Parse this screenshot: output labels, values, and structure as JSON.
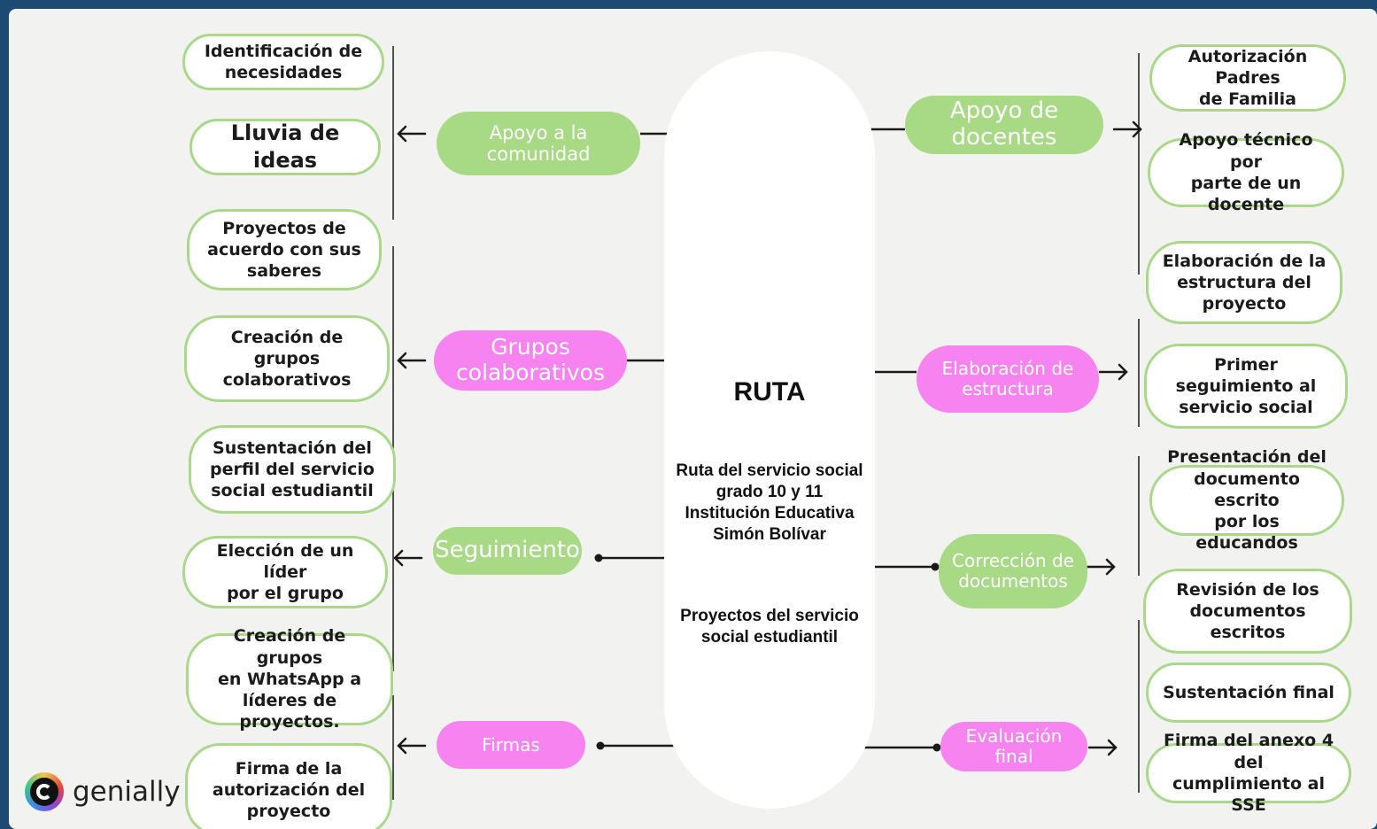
{
  "colors": {
    "green": "#a8da86",
    "pink": "#f783f0",
    "box_border": "#a9d88a",
    "frame": "#1c4a72"
  },
  "center": {
    "title": "RUTA",
    "description": "Ruta del servicio social\ngrado 10 y 11\nInstitución Educativa\nSimón Bolívar",
    "subtitle": "Proyectos del servicio\nsocial estudiantil"
  },
  "left_branches": [
    {
      "label": "Apoyo a la comunidad",
      "color": "green",
      "items": [
        "Identificación de\nnecesidades",
        "Lluvia de ideas"
      ]
    },
    {
      "label": "Grupos\ncolaborativos",
      "color": "pink",
      "items": [
        "Proyectos de\nacuerdo con sus\nsaberes",
        "Creación de grupos\ncolaborativos",
        "Sustentación del\nperfil del servicio\nsocial estudiantil"
      ]
    },
    {
      "label": "Seguimiento",
      "color": "green",
      "items": [
        "Elección de un líder\npor el grupo",
        "Creación de grupos\nen WhatsApp a\nlíderes de proyectos."
      ]
    },
    {
      "label": "Firmas",
      "color": "pink",
      "items": [
        "Firma de la\nautorización del\nproyecto"
      ]
    }
  ],
  "right_branches": [
    {
      "label": "Apoyo de docentes",
      "color": "green",
      "items": [
        "Autorización Padres\nde Familia",
        "Apoyo técnico por\nparte de un docente",
        "Elaboración de la\nestructura del\nproyecto"
      ]
    },
    {
      "label": "Elaboración de\nestructura",
      "color": "pink",
      "items": [
        "Primer seguimiento al\nservicio social"
      ]
    },
    {
      "label": "Corrección de\ndocumentos",
      "color": "green",
      "items": [
        "Presentación del\ndocumento escrito\npor los educandos",
        "Revisión de los\ndocumentos escritos"
      ]
    },
    {
      "label": "Evaluación final",
      "color": "pink",
      "items": [
        "Sustentación final",
        "Firma del anexo 4 del\ncumplimiento al SSE"
      ]
    }
  ],
  "logo": {
    "text": "genially",
    "icon": "genially-logo-icon"
  }
}
